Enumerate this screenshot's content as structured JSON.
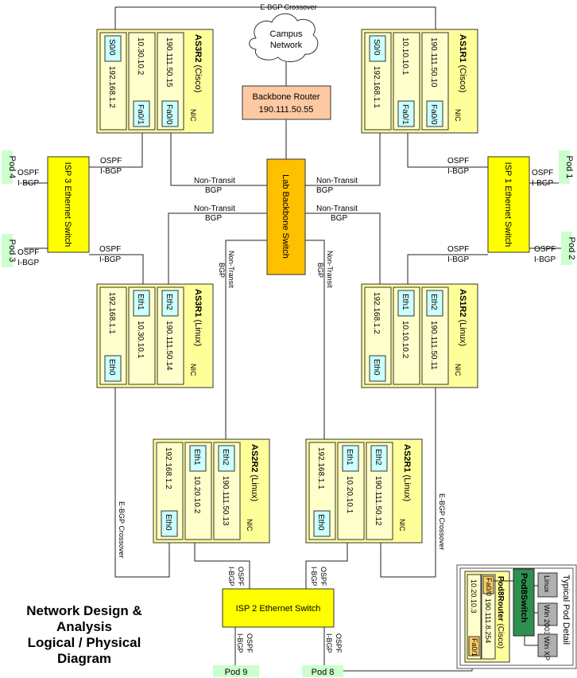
{
  "title_lines": [
    "Network Design &",
    "Analysis",
    "Logical / Physical",
    "Diagram"
  ],
  "crossover_top": "E-BGP Crossover",
  "crossover_side": "E-BGP Crossover",
  "campus": "Campus Network",
  "backbone_router": {
    "name": "Backbone Router",
    "ip": "190.111.50.55"
  },
  "backbone_switch": "Lab Backbone Switch",
  "routers": {
    "as3r2": {
      "name": "AS3R2",
      "os": " (Cisco)",
      "ip_lan": "192.168.1.2",
      "ip_link": "10.30.10.2",
      "ip_bb": "190.111.50.15",
      "port_a": "S0/0",
      "port_b": "Fa0/1",
      "port_c": "Fa0/0",
      "nic": "NIC"
    },
    "as1r1": {
      "name": "AS1R1",
      "os": " (Cisco)",
      "ip_lan": "192.168.1.1",
      "ip_link": "10.10.10.1",
      "ip_bb": "190.111.50.10",
      "port_a": "S0/0",
      "port_b": "Fa0/1",
      "port_c": "Fa0/0",
      "nic": "NIC"
    },
    "as3r1": {
      "name": "AS3R1",
      "os": " (Linux)",
      "ip_lan": "192.168.1.1",
      "ip_link": "10.30.10.1",
      "ip_bb": "190.111.50.14",
      "port_a": "Eth0",
      "port_b": "Eth1",
      "port_c": "Eth2",
      "nic": "NIC"
    },
    "as1r2": {
      "name": "AS1R2",
      "os": " (Linux)",
      "ip_lan": "192.168.1.2",
      "ip_link": "10.10.10.2",
      "ip_bb": "190.111.50.11",
      "port_a": "Eth0",
      "port_b": "Eth1",
      "port_c": "Eth2",
      "nic": "NIC"
    },
    "as2r2": {
      "name": "AS2R2",
      "os": " (Linux)",
      "ip_lan": "192.168.1.2",
      "ip_link": "10.20.10.2",
      "ip_bb": "190.111.50.13",
      "port_a": "Eth0",
      "port_b": "Eth1",
      "port_c": "Eth2",
      "nic": "NIC"
    },
    "as2r1": {
      "name": "AS2R1",
      "os": " (Linux)",
      "ip_lan": "192.168.1.1",
      "ip_link": "10.20.10.1",
      "ip_bb": "190.111.50.12",
      "port_a": "Eth0",
      "port_b": "Eth1",
      "port_c": "Eth2",
      "nic": "NIC"
    }
  },
  "switches": {
    "isp3": "ISP 3 Ethernet Switch",
    "isp1": "ISP 1 Ethernet Switch",
    "isp2": "ISP 2 Ethernet Switch"
  },
  "pods": {
    "p1": "Pod 1",
    "p2": "Pod 2",
    "p3": "Pod 3",
    "p4": "Pod 4",
    "p8": "Pod 8",
    "p9": "Pod 9"
  },
  "labels": {
    "ospf": "OSPF",
    "ibgp": "I-BGP",
    "non_transit": "Non-Transit",
    "bgp": "BGP"
  },
  "pod_detail": {
    "title": "Typical Pod Detail",
    "switch": "Pod8Switch",
    "router_name": "Pod8Router",
    "router_os": " (Cisco)",
    "ip_lan": "190.111.8.254",
    "ip_link": "10.20.10.3",
    "port_top": "Fa0/0",
    "port_bottom": "Fa0/1",
    "hosts": [
      "Linux",
      "Win 2003",
      "Win XP"
    ]
  }
}
